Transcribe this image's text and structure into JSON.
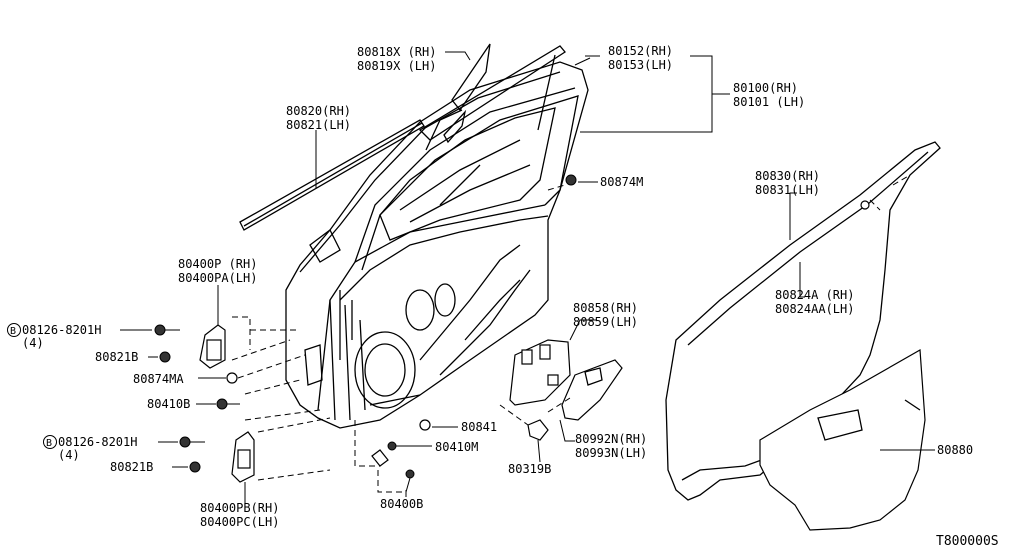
{
  "labels": {
    "l80818": [
      "80818X (RH)",
      "80819X (LH)"
    ],
    "l80152": [
      "80152(RH)",
      "80153(LH)"
    ],
    "l80100": [
      "80100(RH)",
      "80101 (LH)"
    ],
    "l80820": [
      "80820(RH)",
      "80821(LH)"
    ],
    "l80874m": "80874M",
    "l80830": [
      "80830(RH)",
      "80831(LH)"
    ],
    "l80400p": [
      "80400P (RH)",
      "80400PA(LH)"
    ],
    "l80824": [
      "80824A (RH)",
      "80824AA(LH)"
    ],
    "l08126a": [
      "08126-8201H",
      "(4)"
    ],
    "l80821ba": "80821B",
    "l80858": [
      "80858(RH)",
      "80859(LH)"
    ],
    "l80874ma": "80874MA",
    "l80410b": "80410B",
    "l80841": "80841",
    "l08126b": [
      "08126-8201H",
      "(4)"
    ],
    "l80992": [
      "80992N(RH)",
      "80993N(LH)"
    ],
    "l80410m": "80410M",
    "l80880": "80880",
    "l80821bb": "80821B",
    "l80319b": "80319B",
    "l80400pb": [
      "80400PB(RH)",
      "80400PC(LH)"
    ],
    "l80400b": "80400B",
    "diagram_code": "T800000S",
    "bolt_symbol": "B"
  }
}
